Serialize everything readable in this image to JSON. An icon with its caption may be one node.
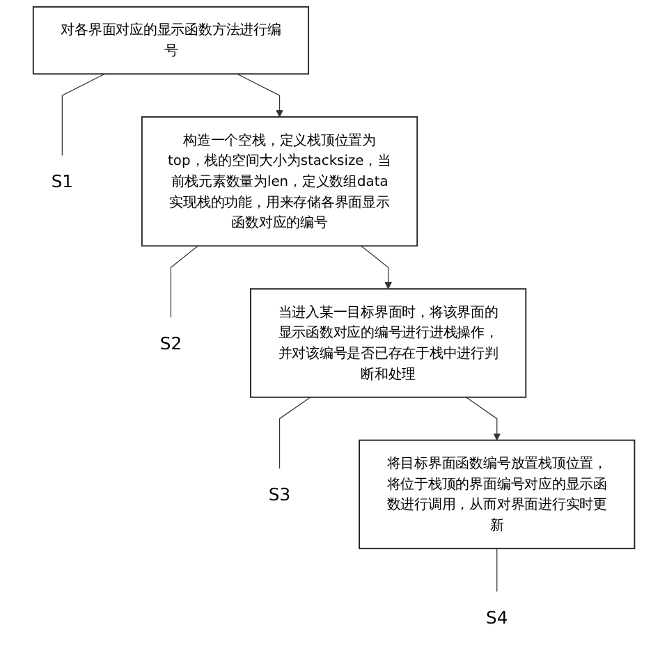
{
  "diagram": {
    "nodes": [
      {
        "text": [
          "对各界面对应的显示函数方法进行编号"
        ]
      },
      {
        "text": [
          "S1"
        ]
      },
      {
        "text": [
          "构造一个空栈，定义栈顶位置为top，栈的空间大小为stacksize，当前栈元素数量为len，定义数组data实现栈的功能，用来存储各界面显示函数对应的编号"
        ]
      },
      {
        "text": [
          "S2"
        ]
      },
      {
        "text": [
          "当进入某一目标界面时，将该界面的显示函数对应的编号进行进栈操作，并对该编号是否已存在于栈中进行判断和处理"
        ]
      },
      {
        "text": [
          "S3"
        ]
      },
      {
        "text": [
          "将目标界面函数编号放置栈顶位置，将位于栈顶的界面编号对应的显示函数进行调用，从而对界面进行实时更新"
        ]
      },
      {
        "text": [
          "S4"
        ]
      }
    ],
    "edges": [
      {
        "from": 0,
        "to": 2,
        "arrow": "to"
      },
      {
        "from": 2,
        "to": 4,
        "arrow": "to"
      },
      {
        "from": 4,
        "to": 6,
        "arrow": "to"
      },
      {
        "from": 0,
        "to": 1,
        "arrow": "none"
      },
      {
        "from": 2,
        "to": 3,
        "arrow": "none"
      },
      {
        "from": 4,
        "to": 5,
        "arrow": "none"
      },
      {
        "from": 6,
        "to": 7,
        "arrow": "none"
      }
    ]
  }
}
